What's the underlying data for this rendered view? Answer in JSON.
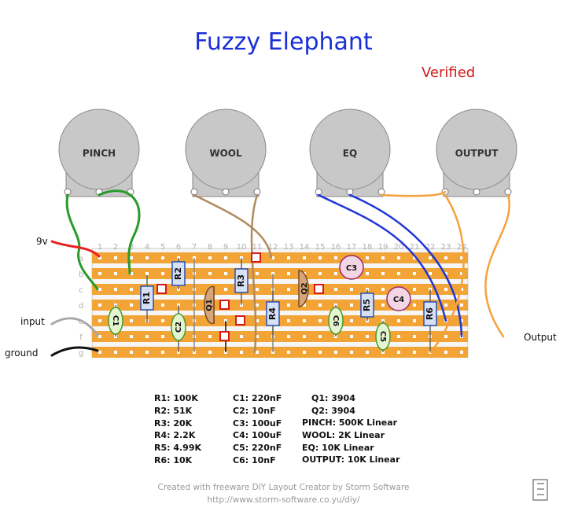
{
  "title": "Fuzzy Elephant",
  "status": "Verified",
  "pots": [
    "PINCH",
    "WOOL",
    "EQ",
    "OUTPUT"
  ],
  "board": {
    "columns": [
      "1",
      "2",
      "3",
      "4",
      "5",
      "6",
      "7",
      "8",
      "9",
      "10",
      "11",
      "12",
      "13",
      "14",
      "15",
      "16",
      "17",
      "18",
      "19",
      "20",
      "21",
      "22",
      "23",
      "24"
    ],
    "rows": [
      "a",
      "b",
      "c",
      "d",
      "e",
      "f",
      "g"
    ]
  },
  "components": [
    "R1",
    "R2",
    "R3",
    "R4",
    "R5",
    "R6",
    "C1",
    "C2",
    "C3",
    "C4",
    "C5",
    "C6",
    "Q1",
    "Q2"
  ],
  "labels": {
    "nine_v": "9v",
    "input": "input",
    "ground": "ground",
    "output": "Output"
  },
  "bom": {
    "resistors": [
      "R1: 100K",
      "R2: 51K",
      "R3: 20K",
      "R4: 2.2K",
      "R5: 4.99K",
      "R6: 10K"
    ],
    "capacitors": [
      "C1: 220nF",
      "C2: 10nF",
      "C3: 100uF",
      "C4: 100uF",
      "C5: 220nF",
      "C6: 10nF"
    ],
    "transistors": [
      "Q1: 3904",
      "Q2: 3904"
    ],
    "pots": [
      "PINCH: 500K Linear",
      "WOOL: 2K Linear",
      "EQ: 10K Linear",
      "OUTPUT: 10K Linear"
    ]
  },
  "credit": {
    "line1": "Created with freeware DIY Layout Creator by Storm Software",
    "line2": "http://www.storm-software.co.yu/diy/"
  },
  "colors": {
    "title": "#1a2fd6",
    "verified": "#d61a1a",
    "strip": "#f2a436",
    "board": "#ffffff",
    "pot": "#c8c8c8",
    "wire_green": "#2a9a2a",
    "wire_brown": "#b08a60",
    "wire_blue": "#2035d8",
    "wire_orange": "#f4a23c",
    "wire_red": "#e82020",
    "wire_gray": "#a8a8a8",
    "wire_black": "#111111"
  }
}
